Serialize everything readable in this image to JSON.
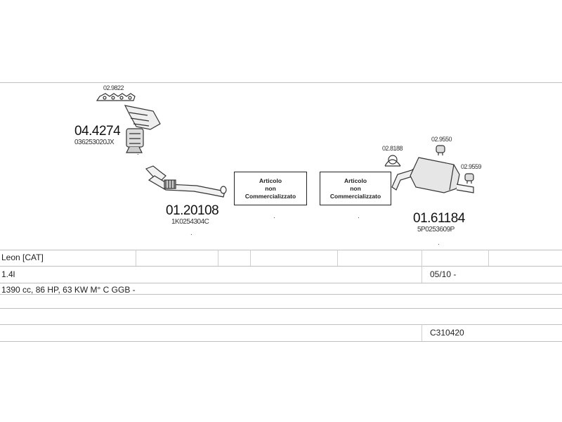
{
  "parts": {
    "gasket_top": "02.9822",
    "manifold_cat": "04.4274",
    "manifold_cat_oe": "036253020JX",
    "front_pipe": "01.20108",
    "front_pipe_oe": "1K0254304C",
    "clamp": "02.8188",
    "mount_1": "02.9550",
    "mount_2": "02.9559",
    "rear_silencer": "01.61184",
    "rear_silencer_oe": "5P0253609P"
  },
  "not_sold_boxes": [
    {
      "line1": "Articolo",
      "line2": "non",
      "line3": "Commercializzato"
    },
    {
      "line1": "Articolo",
      "line2": "non",
      "line3": "Commercializzato"
    }
  ],
  "dots": [
    ".",
    ".",
    ".",
    ".",
    "."
  ],
  "info": {
    "model": "Leon  [CAT]",
    "engine": "1.4l",
    "date": "05/10 -",
    "spec": "1390 cc, 86 HP, 63 KW M° C GGB -",
    "code": "C310420"
  }
}
